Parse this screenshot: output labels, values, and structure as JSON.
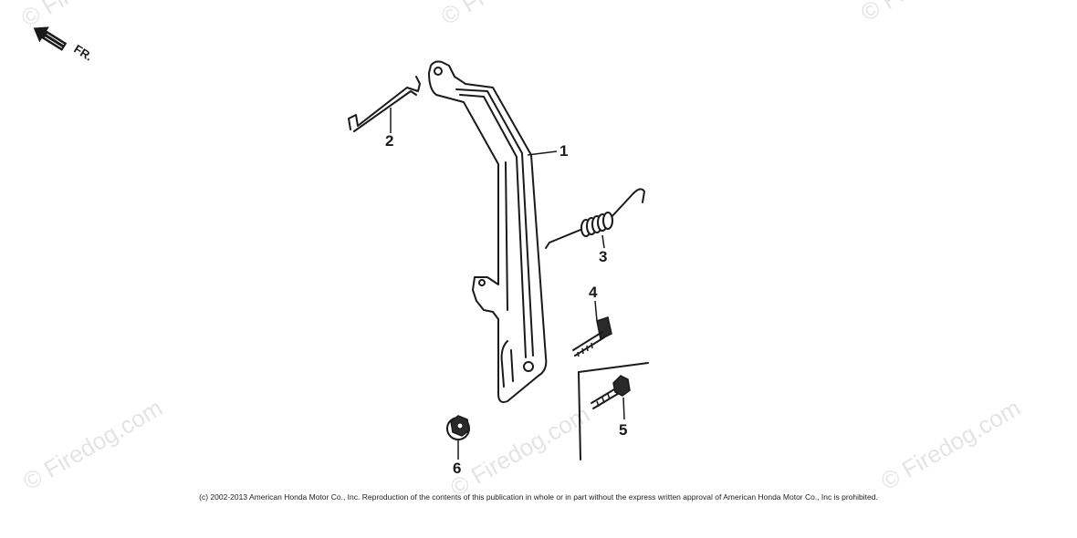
{
  "watermark_text": "© Firedog.com",
  "watermark_partial_top": "© Fi",
  "direction_label": "FR.",
  "callouts": {
    "p1": "1",
    "p2": "2",
    "p3": "3",
    "p4": "4",
    "p5": "5",
    "p6": "6"
  },
  "copyright": "(c) 2002-2013 American Honda Motor Co., Inc. Reproduction of the contents of this publication in whole or in part without the express written approval of American Honda Motor Co., Inc is prohibited."
}
